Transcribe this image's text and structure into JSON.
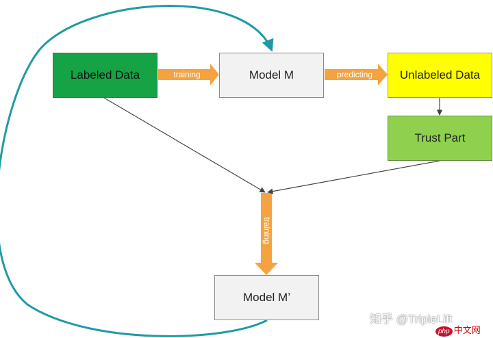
{
  "nodes": {
    "labeled_data": "Labeled Data",
    "model_m": "Model M",
    "unlabeled_data": "Unlabeled Data",
    "trust_part": "Trust Part",
    "model_m_prime": "Model M’"
  },
  "edges": {
    "training_top": "training",
    "predicting": "predicting",
    "training_vertical": "training"
  },
  "watermark": {
    "text": "知乎 @TripleLift",
    "site_badge": "php",
    "site_text": "中文网"
  },
  "colors": {
    "labeled_fill": "#16a345",
    "model_fill": "#f2f2f2",
    "unlabeled_fill": "#ffff00",
    "trust_fill": "#8fd14f",
    "arrow_orange": "#f4a340",
    "loop_teal": "#1f9aa5",
    "line_gray": "#444444"
  }
}
